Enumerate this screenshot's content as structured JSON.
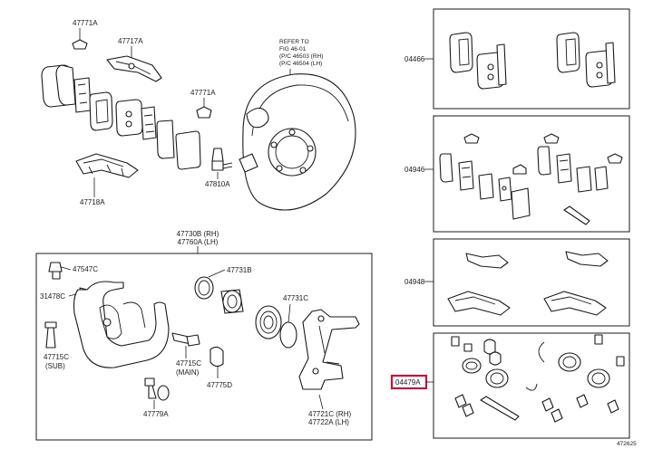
{
  "refer": {
    "line1": "REFER TO",
    "line2": "FIG 46-01",
    "line3": "(P/C 46503 (RH)",
    "line4": "(P/C 46504 (LH)"
  },
  "parts": {
    "p47771a_top": "47771A",
    "p47717a": "47717A",
    "p47771a_mid": "47771A",
    "p47810a": "47810A",
    "p47718a": "47718A",
    "p47730b": "47730B (RH)",
    "p47760a": "47760A (LH)",
    "p47547c": "47547C",
    "p31478c": "31478C",
    "p47715c_sub": "47715C",
    "sub": "(SUB)",
    "p47731b": "47731B",
    "p47731c": "47731C",
    "p47715c_main": "47715C",
    "main": "(MAIN)",
    "p47775d": "47775D",
    "p47779a": "47779A",
    "p47721c": "47721C (RH)",
    "p47722a": "47722A (LH)"
  },
  "kits": {
    "k04466": "04466",
    "k04946": "04946",
    "k04948": "04948",
    "k04479a": "04479A"
  },
  "footer": {
    "diagram_no": "472625"
  }
}
